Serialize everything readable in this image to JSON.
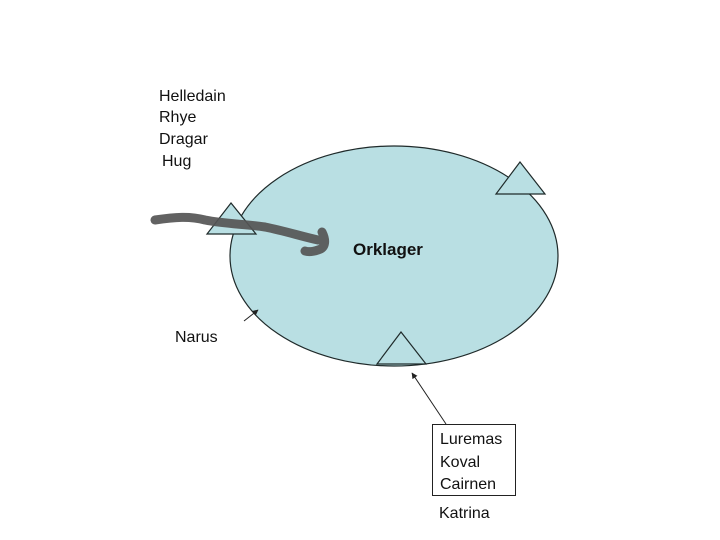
{
  "diagram": {
    "center_label": "Orklager",
    "colors": {
      "fill": "#b9dfe3",
      "stroke": "#1f2a2a",
      "brush_arrow": "#555555"
    },
    "top_left_group": [
      "Helledain",
      "Rhye",
      "Dragar",
      "Hug"
    ],
    "left_label": "Narus",
    "bottom_box": [
      "Luremas",
      "Koval",
      "Cairnen"
    ],
    "bottom_label": "Katrina"
  }
}
